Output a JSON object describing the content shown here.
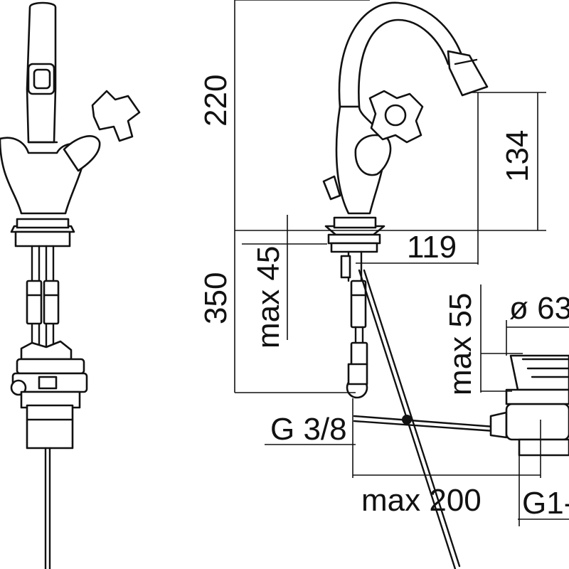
{
  "dimensions": {
    "spout_height": "220",
    "base_to_trap": "350",
    "max_deck": "max 45",
    "spout_reach": "119",
    "handle_height": "134",
    "max_waste": "max 55",
    "waste_diameter": "ø 63",
    "inlet_thread": "G 3/8",
    "rod_length": "max 200",
    "waste_thread": "G1-"
  }
}
